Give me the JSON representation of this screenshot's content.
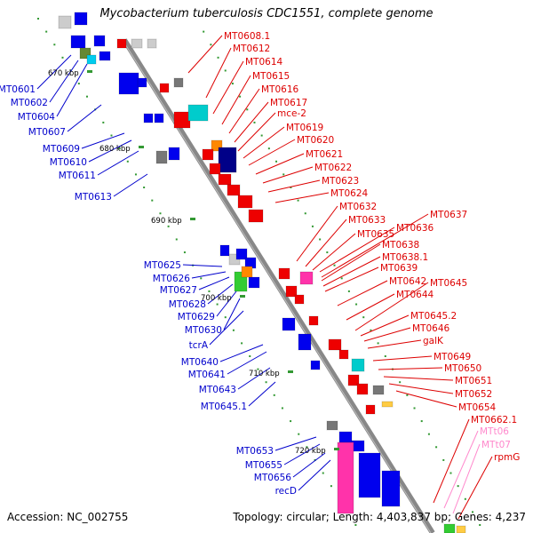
{
  "title": "Mycobacterium tuberculosis CDC1551, complete genome",
  "footer": {
    "accession": "Accession: NC_002755",
    "stats": "Topology: circular; Length: 4,403,837 bp; Genes: 4,237"
  },
  "colors": {
    "backbone": "#888888",
    "plus_strand_label": "#0000cc",
    "minus_strand_label": "#dd0000",
    "rna_label": "#ff88cc",
    "tick": "#339933"
  },
  "scale_labels": [
    "670 kbp",
    "680 kbp",
    "690 kbp",
    "700 kbp",
    "710 kbp",
    "720 kbp"
  ],
  "left_labels": [
    "MT0601",
    "MT0602",
    "MT0604",
    "MT0607",
    "MT0609",
    "MT0610",
    "MT0611",
    "MT0613",
    "MT0625",
    "MT0626",
    "MT0627",
    "MT0628",
    "MT0629",
    "MT0630",
    "tcrA",
    "MT0640",
    "MT0641",
    "MT0643",
    "MT0645.1",
    "MT0653",
    "MT0655",
    "MT0656",
    "recD"
  ],
  "right_labels": [
    "MT0608.1",
    "MT0612",
    "MT0614",
    "MT0615",
    "MT0616",
    "MT0617",
    "mce-2",
    "MT0619",
    "MT0620",
    "MT0621",
    "MT0622",
    "MT0623",
    "MT0624",
    "MT0632",
    "MT0633",
    "MT0635",
    "MT0637",
    "MT0636",
    "MT0638",
    "MT0638.1",
    "MT0639",
    "MT0642",
    "MT0645",
    "MT0644",
    "MT0645.2",
    "MT0646",
    "galK",
    "MT0649",
    "MT0650",
    "MT0651",
    "MT0652",
    "MT0654",
    "MT0662.1",
    "MTt06",
    "MTt07",
    "rpmG"
  ]
}
